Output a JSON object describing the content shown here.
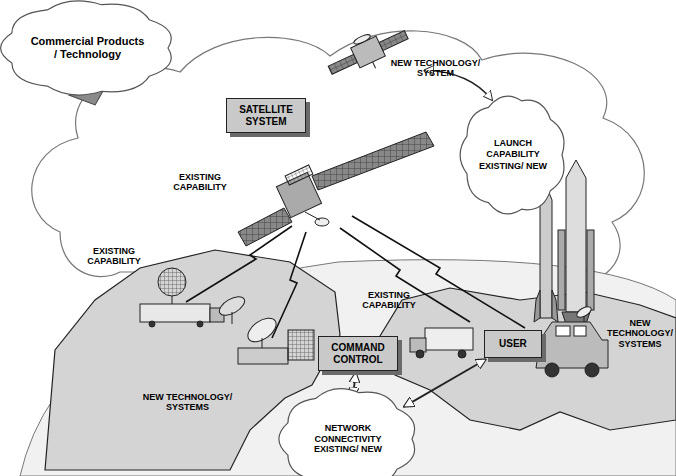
{
  "diagram": {
    "nodes": [
      {
        "text": [
          "Commercial Products / Technology"
        ]
      },
      {
        "text": [
          "SATELLITE SYSTEM"
        ]
      },
      {
        "text": [
          "LAUNCH CAPABILITY",
          "EXISTING/ NEW"
        ]
      },
      {
        "text": [
          "COMMAND CONTROL"
        ]
      },
      {
        "text": [
          "NETWORK CONNECTIVITY EXISTING/ NEW"
        ]
      },
      {
        "text": [
          "USER"
        ]
      }
    ],
    "edges": [
      {
        "from": 3,
        "to": 4,
        "arrow": "both"
      },
      {
        "from": 4,
        "to": 5,
        "arrow": "both"
      }
    ],
    "labels": [
      "NEW TECHNOLOGY/ SYSTEM",
      "EXISTING CAPABILITY",
      "EXISTING CAPABILITY",
      "NEW TECHNOLOGY/ SYSTEMS",
      "EXISTING CAPABILITY",
      "NEW TECHNOLOGY/ SYSTEMS"
    ]
  }
}
